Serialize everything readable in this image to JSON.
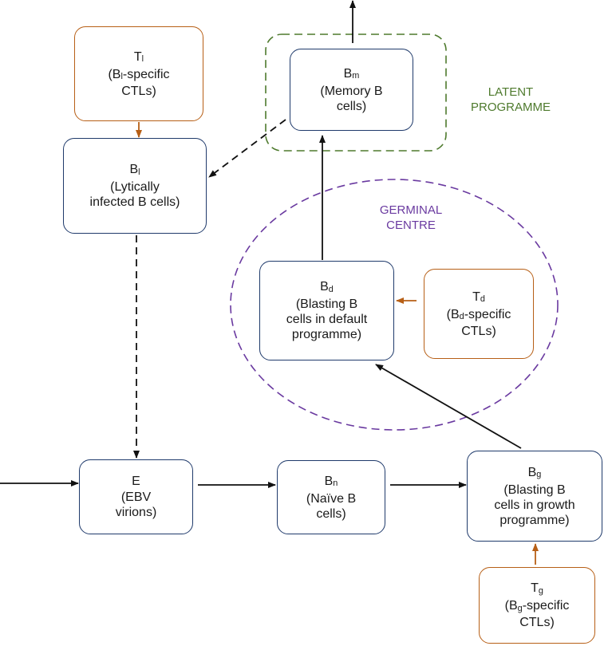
{
  "colors": {
    "cell_border": "#1f3a6b",
    "ctl_border": "#b75f16",
    "ctl_arrow": "#b75f16",
    "latent_region": "#4e7a2d",
    "germinal_region": "#6a3aa0",
    "arrow": "#111111"
  },
  "regions": {
    "latent": {
      "line1": "LATENT",
      "line2": "PROGRAMME"
    },
    "germinal": {
      "line1": "GERMINAL",
      "line2": "CENTRE"
    }
  },
  "nodes": {
    "tl": {
      "symbol": "T",
      "sub": "l",
      "line1_sub": "B",
      "line1_subscript": "l",
      "line1_rest": "-specific",
      "line2": "CTLs)",
      "paren": "("
    },
    "bm": {
      "symbol": "B",
      "sub": "m",
      "line1": "(Memory B",
      "line2": "cells)"
    },
    "bl": {
      "symbol": "B",
      "sub": "l",
      "line1": "(Lytically",
      "line2": "infected B cells)"
    },
    "bd": {
      "symbol": "B",
      "sub": "d",
      "line1": "(Blasting B",
      "line2": "cells in default",
      "line3": "programme)"
    },
    "td": {
      "symbol": "T",
      "sub": "d",
      "line1_sub": "B",
      "line1_subscript": "d",
      "line1_rest": "-specific",
      "line2": "CTLs)",
      "paren": "("
    },
    "e": {
      "symbol": "E",
      "line1": "(EBV",
      "line2": "virions)"
    },
    "bn": {
      "symbol": "B",
      "sub": "n",
      "line1": "(Naïve B",
      "line2": "cells)"
    },
    "bg": {
      "symbol": "B",
      "sub": "g",
      "line1": "(Blasting B",
      "line2": "cells in growth",
      "line3": "programme)"
    },
    "tg": {
      "symbol": "T",
      "sub": "g",
      "line1_sub": "B",
      "line1_subscript": "g",
      "line1_rest": "-specific",
      "line2": "CTLs)",
      "paren": "("
    }
  }
}
